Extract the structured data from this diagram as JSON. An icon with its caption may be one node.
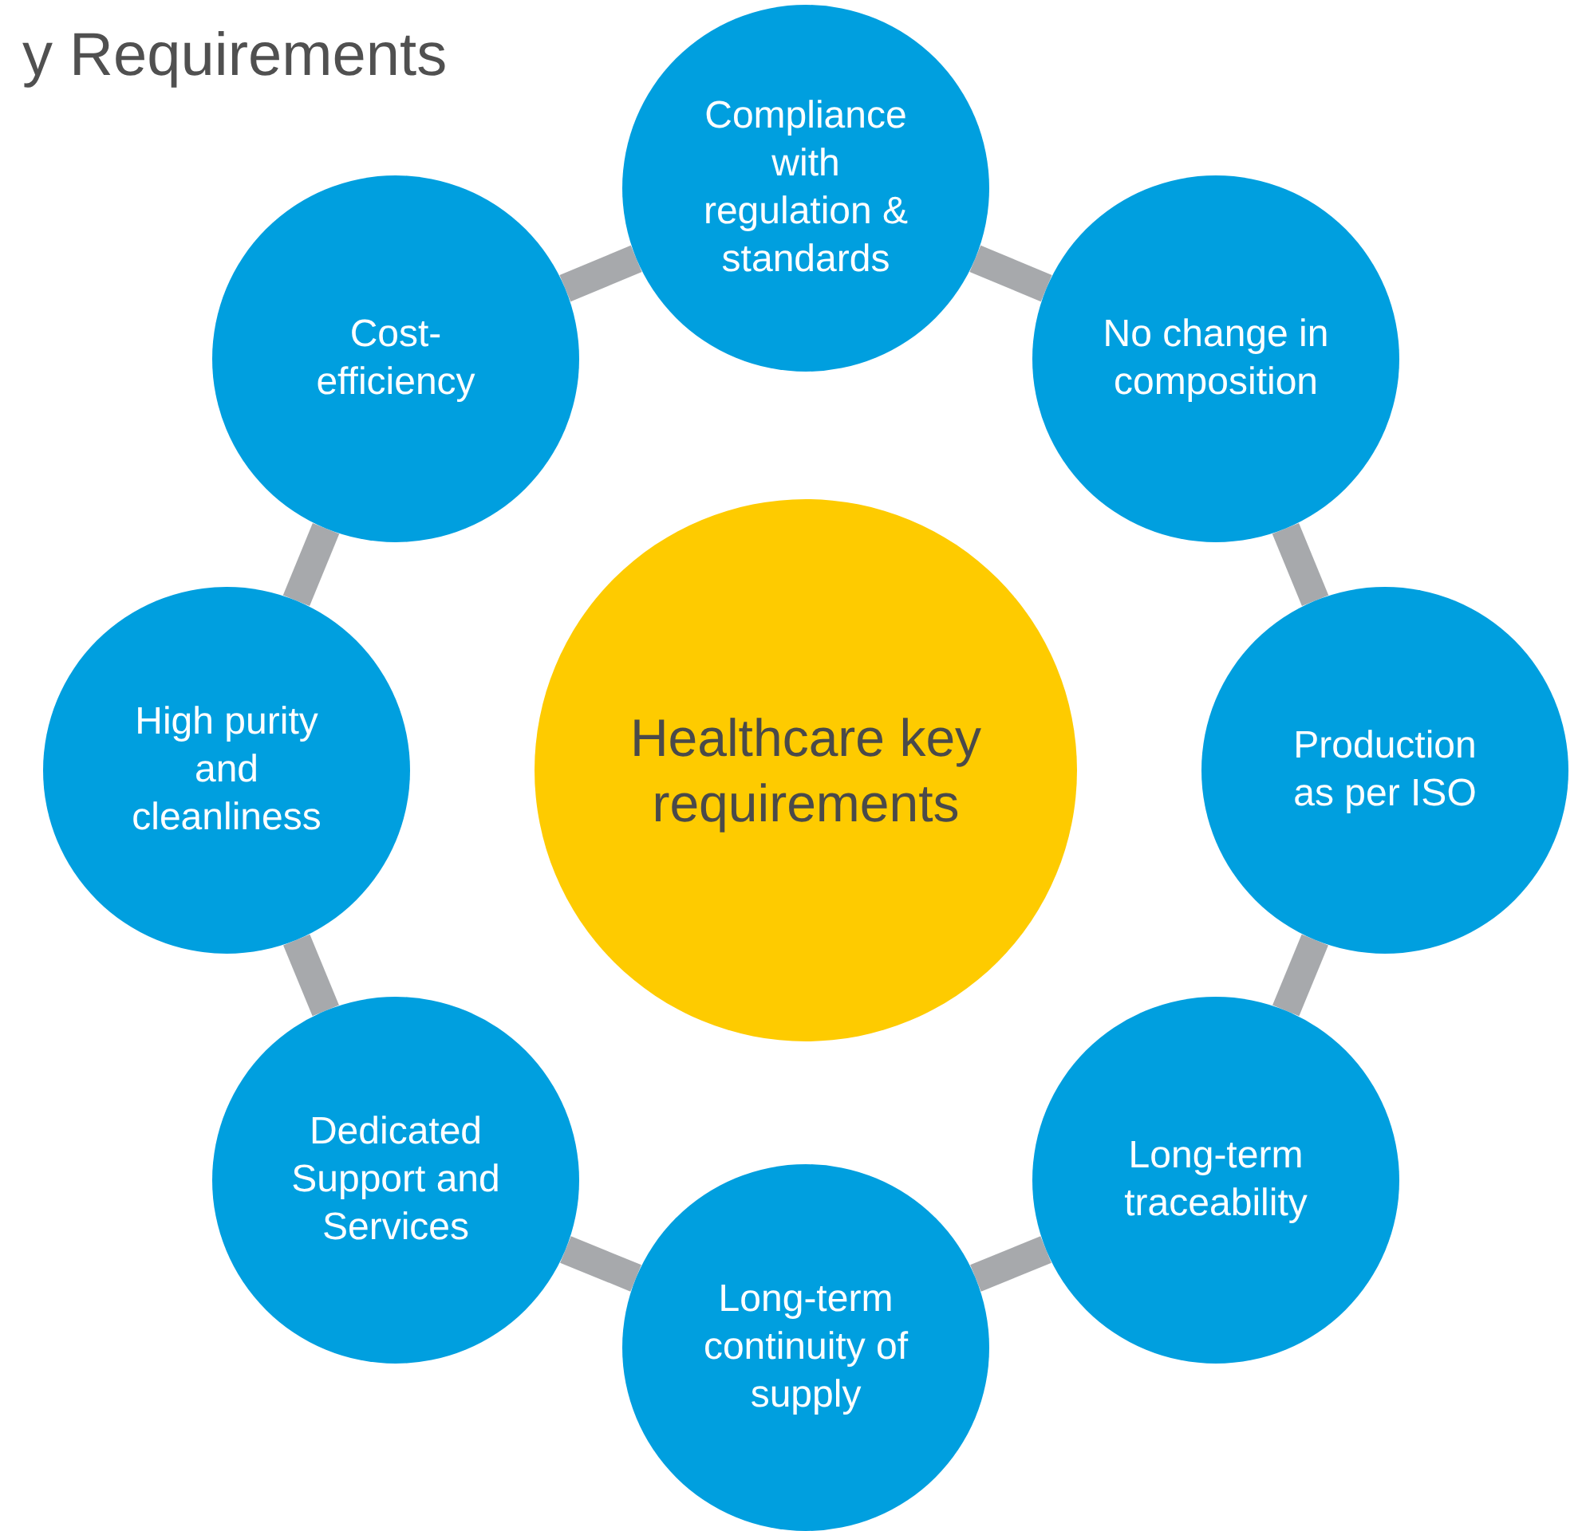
{
  "diagram": {
    "title": "y Requirements",
    "nodes": [
      {
        "text": [
          "Compliance with regulation & standards"
        ]
      },
      {
        "text": [
          "No change in composition"
        ]
      },
      {
        "text": [
          "Production as per ISO"
        ]
      },
      {
        "text": [
          "Long-term traceability"
        ]
      },
      {
        "text": [
          "Long-term continuity of supply"
        ]
      },
      {
        "text": [
          "Dedicated Support and Services"
        ]
      },
      {
        "text": [
          "High purity and cleanliness"
        ]
      },
      {
        "text": [
          "Cost-efficiency"
        ]
      },
      {
        "text": [
          "Healthcare key requirements"
        ]
      }
    ],
    "edges": [
      {
        "from": 0,
        "to": 1,
        "arrow": "none"
      },
      {
        "from": 1,
        "to": 2,
        "arrow": "none"
      },
      {
        "from": 2,
        "to": 3,
        "arrow": "none"
      },
      {
        "from": 3,
        "to": 4,
        "arrow": "none"
      },
      {
        "from": 4,
        "to": 5,
        "arrow": "none"
      },
      {
        "from": 5,
        "to": 6,
        "arrow": "none"
      },
      {
        "from": 6,
        "to": 7,
        "arrow": "none"
      },
      {
        "from": 7,
        "to": 0,
        "arrow": "none"
      }
    ]
  }
}
